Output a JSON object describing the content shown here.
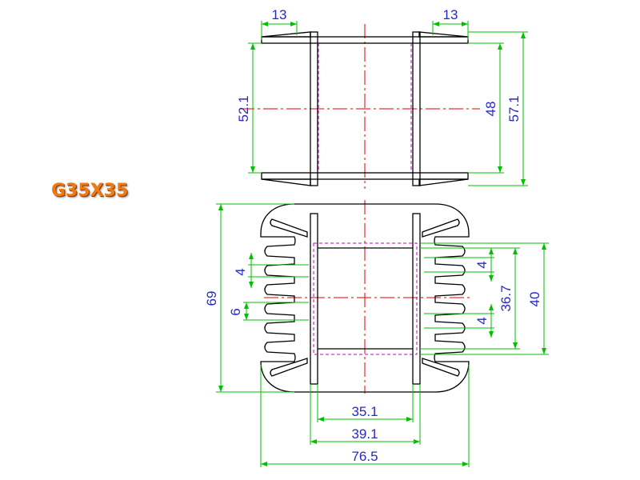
{
  "title": "G35X35",
  "top_view": {
    "dim_left_flange_width": "13",
    "dim_right_flange_width": "13",
    "dim_flange_span": "52.1",
    "dim_inner_height": "48",
    "dim_outer_height": "57.1"
  },
  "front_view": {
    "dim_total_height": "69",
    "dim_pin_width_upper": "4",
    "dim_pin_pitch": "6",
    "dim_pin_width_right_upper": "4",
    "dim_pin_width_right_lower": "4",
    "dim_window_height": "36.7",
    "dim_core_height": "40",
    "dim_inner_width": "35.1",
    "dim_outer_width": "39.1",
    "dim_total_width": "76.5"
  },
  "colors": {
    "outline": "#000000",
    "dimension": "#00c000",
    "dimension_text": "#2828c8",
    "centerline": "#e00000",
    "hidden_line": "#c000c0",
    "title": "#f07a12"
  }
}
